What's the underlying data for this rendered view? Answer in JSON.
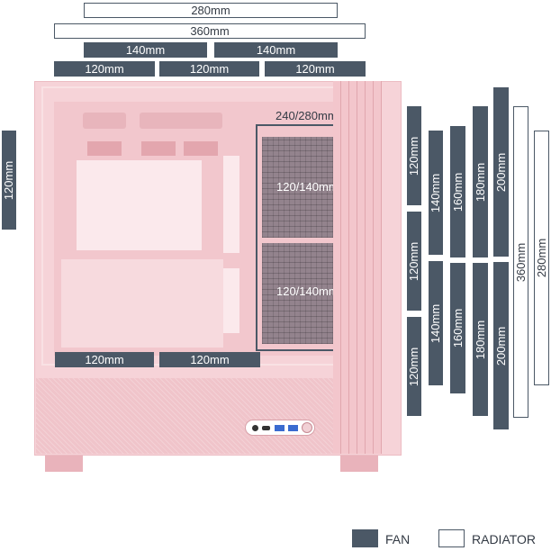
{
  "top_dimensions": {
    "radiator_280": "280mm",
    "radiator_360": "360mm",
    "fan_140_left": "140mm",
    "fan_140_right": "140mm",
    "fan_120_left": "120mm",
    "fan_120_middle": "120mm",
    "fan_120_right": "120mm"
  },
  "rear_fan": "120mm",
  "bottom_fans": {
    "left": "120mm",
    "right": "120mm"
  },
  "side_bracket": {
    "radiator_label": "240/280mm",
    "fan_upper": "120/140mm",
    "fan_lower": "120/140mm"
  },
  "front_dimensions": {
    "col1": [
      "120mm",
      "120mm",
      "120mm"
    ],
    "col2": [
      "140mm",
      "140mm"
    ],
    "col3": [
      "160mm",
      "160mm"
    ],
    "col4": [
      "180mm",
      "180mm"
    ],
    "col5": [
      "200mm",
      "200mm"
    ],
    "radiator_360": "360mm",
    "radiator_280": "280mm"
  },
  "legend": {
    "fan": "FAN",
    "radiator": "RADIATOR"
  },
  "colors": {
    "fan": "#4b5866",
    "radiator_border": "#4b5866",
    "case": "#f6d3d8"
  }
}
